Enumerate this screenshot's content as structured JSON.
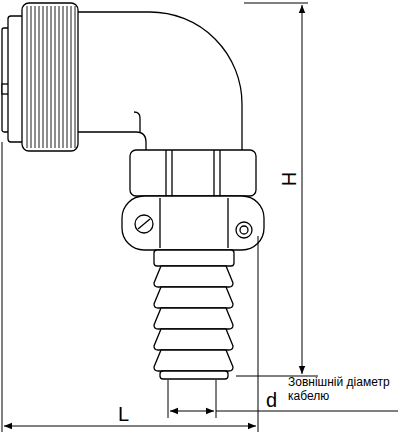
{
  "diagram": {
    "labels": [
      "H",
      "L",
      "d",
      "Зовнішній діаметр кабелю"
    ]
  }
}
